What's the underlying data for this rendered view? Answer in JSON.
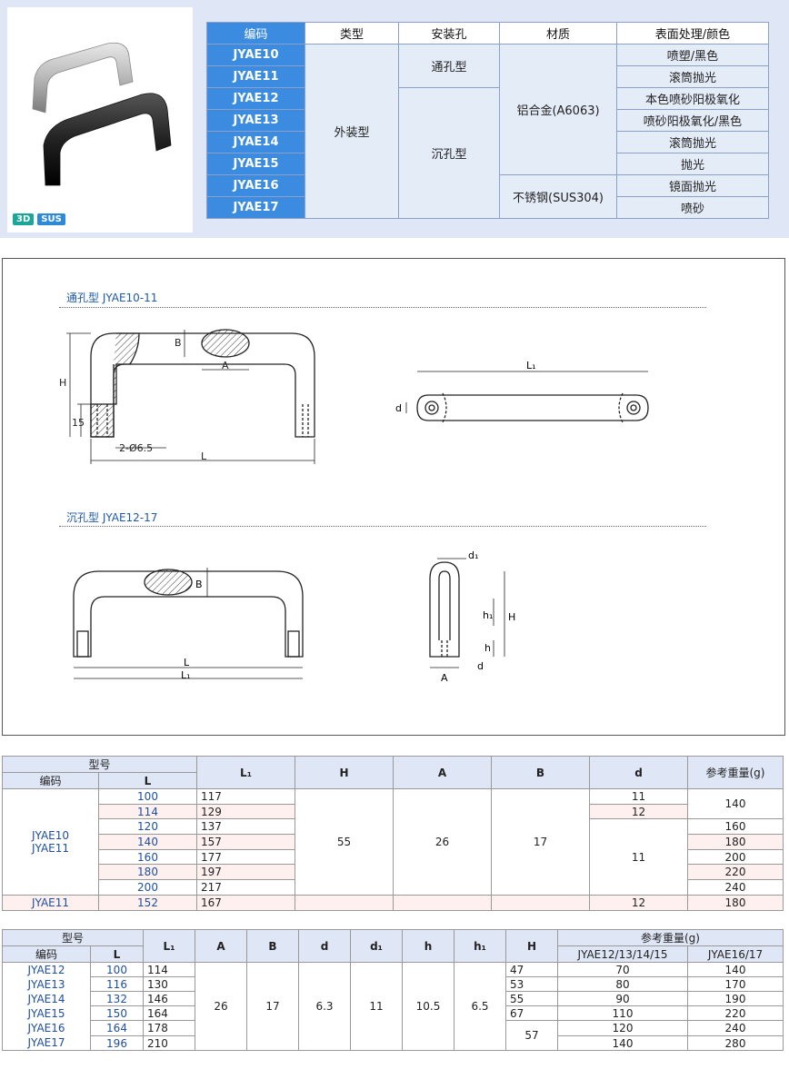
{
  "badges": [
    "3D",
    "SUS"
  ],
  "spec_table": {
    "headers": [
      "编码",
      "类型",
      "安装孔",
      "材质",
      "表面处理/颜色"
    ],
    "codes": [
      "JYAE10",
      "JYAE11",
      "JYAE12",
      "JYAE13",
      "JYAE14",
      "JYAE15",
      "JYAE16",
      "JYAE17"
    ],
    "type": "外装型",
    "holes": [
      "通孔型",
      "沉孔型"
    ],
    "materials": [
      "铝合金(A6063)",
      "不锈钢(SUS304)"
    ],
    "finishes": [
      "喷塑/黑色",
      "滚筒抛光",
      "本色喷砂阳极氧化",
      "喷砂阳极氧化/黑色",
      "滚筒抛光",
      "抛光",
      "镜面抛光",
      "喷砂"
    ]
  },
  "drawing": {
    "through_label": "通孔型 JYAE10-11",
    "counter_label": "沉孔型 JYAE12-17",
    "dims": {
      "H": "H",
      "B": "B",
      "A": "A",
      "L": "L",
      "L1": "L₁",
      "d": "d",
      "d1": "d₁",
      "h": "h",
      "h1": "h₁",
      "fifteen": "15",
      "holes": "2-Ø6.5"
    }
  },
  "table1": {
    "model_header": "型号",
    "code_header": "编码",
    "l_header": "L",
    "headers": [
      "L₁",
      "H",
      "A",
      "B",
      "d",
      "参考重量(g)"
    ],
    "group_codes": [
      "JYAE10",
      "JYAE11"
    ],
    "rows": [
      {
        "L": "100",
        "L1": "117"
      },
      {
        "L": "114",
        "L1": "129"
      },
      {
        "L": "120",
        "L1": "137"
      },
      {
        "L": "140",
        "L1": "157"
      },
      {
        "L": "160",
        "L1": "177"
      },
      {
        "L": "180",
        "L1": "197"
      },
      {
        "L": "200",
        "L1": "217"
      }
    ],
    "H": "55",
    "A": "26",
    "B": "17",
    "d_vals": [
      "11",
      "12",
      "11"
    ],
    "weights": [
      "140",
      "160",
      "180",
      "200",
      "220",
      "240"
    ],
    "last_row": {
      "code": "JYAE11",
      "L": "152",
      "L1": "167",
      "d": "12",
      "weight": "180"
    }
  },
  "table2": {
    "model_header": "型号",
    "code_header": "编码",
    "l_header": "L",
    "headers": [
      "L₁",
      "A",
      "B",
      "d",
      "d₁",
      "h",
      "h₁",
      "H"
    ],
    "weight_header": "参考重量(g)",
    "weight_sub": [
      "JYAE12/13/14/15",
      "JYAE16/17"
    ],
    "codes": [
      "JYAE12",
      "JYAE13",
      "JYAE14",
      "JYAE15",
      "JYAE16",
      "JYAE17"
    ],
    "rows": [
      {
        "L": "100",
        "L1": "114",
        "H": "47",
        "w1": "70",
        "w2": "140"
      },
      {
        "L": "116",
        "L1": "130",
        "H": "53",
        "w1": "80",
        "w2": "170"
      },
      {
        "L": "132",
        "L1": "146",
        "H": "55",
        "w1": "90",
        "w2": "190"
      },
      {
        "L": "150",
        "L1": "164",
        "H": "67",
        "w1": "110",
        "w2": "220"
      },
      {
        "L": "164",
        "L1": "178",
        "H": "57",
        "w1": "120",
        "w2": "240"
      },
      {
        "L": "196",
        "L1": "210",
        "H": "",
        "w1": "140",
        "w2": "280"
      }
    ],
    "A": "26",
    "B": "17",
    "d": "6.3",
    "d1": "11",
    "h": "10.5",
    "h1": "6.5"
  }
}
